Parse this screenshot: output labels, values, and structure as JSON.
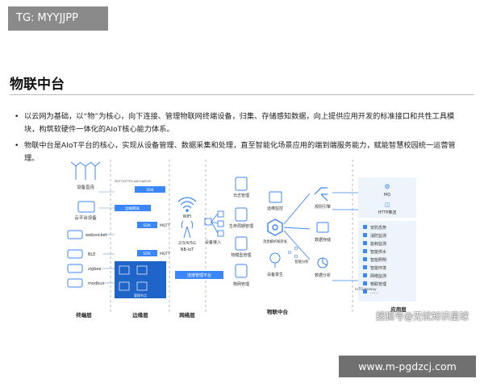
{
  "tag": "TG: MYYJJPP",
  "page_title": "物联中台",
  "bullets": [
    "以云网为基础，以“物”为核心，向下连接、管理物联网终端设备，归集、存储感知数据，向上提供应用开发的标准接口和共性工具模块，构筑软硬件一体化的AIoT核心能力体系。",
    "物联中台是AIoT平台的核心，实现从设备管理、数据采集和处理，直至智能化场景应用的端到端服务能力，赋能智慧校园统一运营管理。"
  ],
  "layers": {
    "terminal": "终端层",
    "edge": "边缘层",
    "network": "网络层",
    "middle": "物联中台",
    "app": "应用层"
  },
  "terminal_items": [
    "设备直连",
    "云平台设备",
    "websocket",
    "BLE",
    "zigbee",
    "modbus"
  ],
  "edge_items": [
    "MQTT/HTTP/CoAP/LwM2M",
    "SDK",
    "边缘网关",
    "SDK",
    "MQTT",
    "SDK",
    "MQTT",
    "管理节点"
  ],
  "network_items": [
    "WIFI",
    "2/3/4/5G",
    "NB-IoT"
  ],
  "middle_bar": "连接管理平台",
  "middle_items": [
    "设备接入",
    "日志管理",
    "生命周期管理",
    "物模型管理",
    "物网管理",
    "运维监控",
    "消息解析和转发",
    "设备孪生",
    "规则引擎",
    "数据存储",
    "智能分析",
    "数据分析"
  ],
  "app_top": [
    "MQ",
    "HTTP推送"
  ],
  "app_list": [
    "安防态势",
    "消防监测",
    "能耗监测",
    "智能供水",
    "智能照明",
    "智能环境",
    "网络监测",
    "物联管理",
    "……"
  ],
  "gateway_label": "IoTGateway",
  "watermark_text": "搜狐号@无忧知识星球",
  "site_text": "www.m-pgdzcj.com",
  "colors": {
    "accent": "#2f7fe0",
    "accent_dark": "#1f64c8",
    "icon_blue": "#3a86ff"
  }
}
